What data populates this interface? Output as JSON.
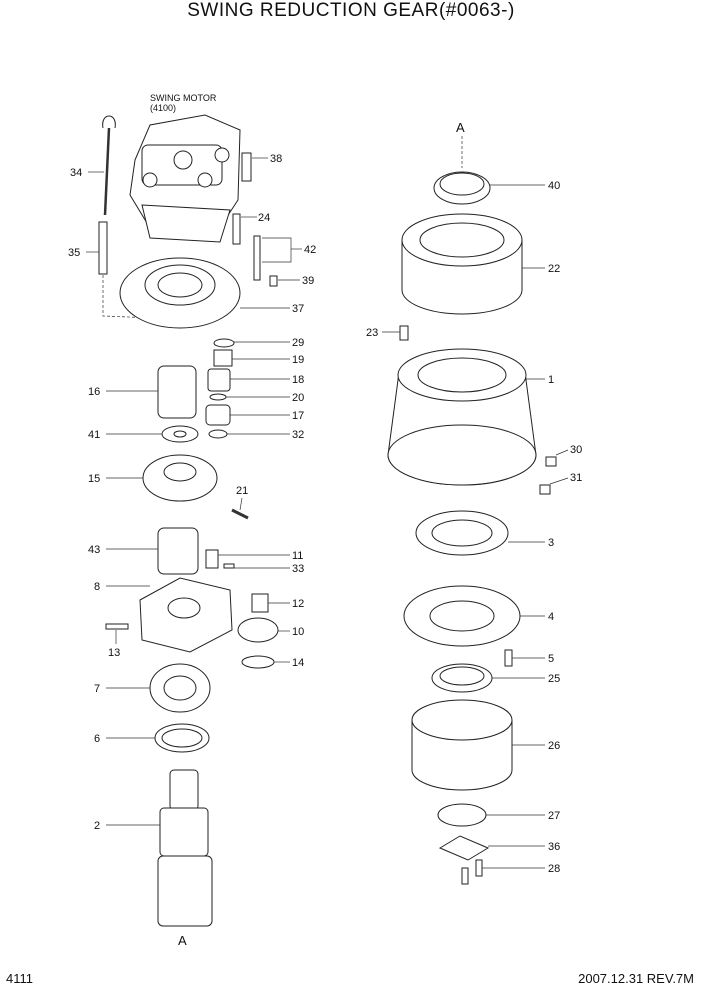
{
  "title": "SWING REDUCTION GEAR(#0063-)",
  "motor": {
    "line1": "SWING MOTOR",
    "line2": "(4100)"
  },
  "marker_a": "A",
  "parts": {
    "p1": "1",
    "p2": "2",
    "p3": "3",
    "p4": "4",
    "p5": "5",
    "p6": "6",
    "p7": "7",
    "p8": "8",
    "p10": "10",
    "p11": "11",
    "p12": "12",
    "p13": "13",
    "p14": "14",
    "p15": "15",
    "p16": "16",
    "p17": "17",
    "p18": "18",
    "p19": "19",
    "p20": "20",
    "p21": "21",
    "p22": "22",
    "p23": "23",
    "p24": "24",
    "p25": "25",
    "p26": "26",
    "p27": "27",
    "p28": "28",
    "p29": "29",
    "p30": "30",
    "p31": "31",
    "p32": "32",
    "p33": "33",
    "p34": "34",
    "p35": "35",
    "p36": "36",
    "p37": "37",
    "p38": "38",
    "p39": "39",
    "p40": "40",
    "p41": "41",
    "p42": "42",
    "p43": "43"
  },
  "footer": {
    "page": "4111",
    "revision": "2007.12.31  REV.7M"
  }
}
